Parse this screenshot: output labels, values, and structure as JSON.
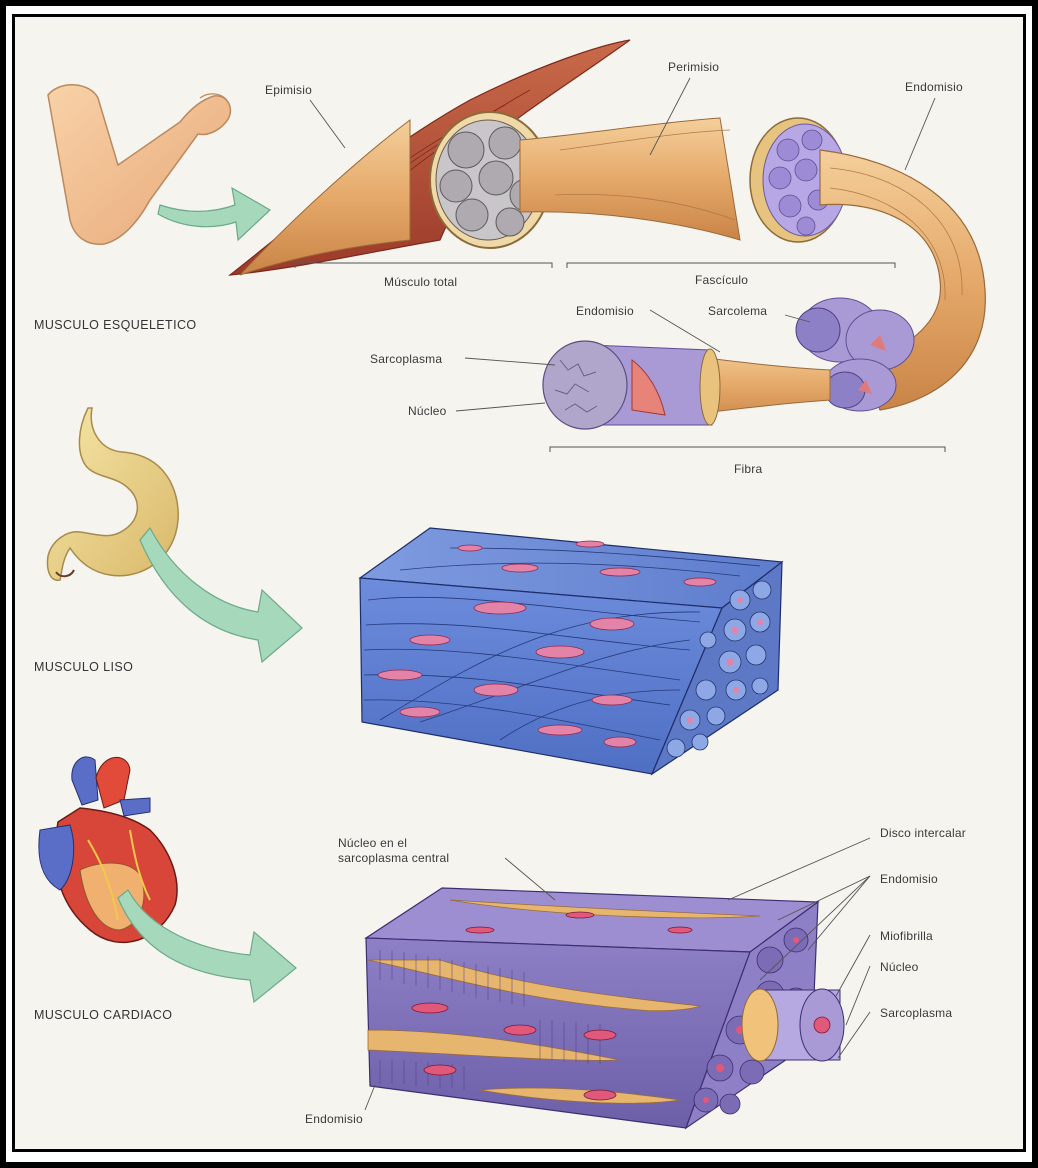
{
  "sections": {
    "skeletal": "MUSCULO ESQUELETICO",
    "smooth": "MUSCULO LISO",
    "cardiac": "MUSCULO CARDIACO"
  },
  "skeletal_labels": {
    "epimisio": "Epimisio",
    "perimisio": "Perimisio",
    "endomisio_top": "Endomisio",
    "musculo_total": "Músculo total",
    "fasciculo": "Fascículo",
    "endomisio_fiber": "Endomisio",
    "sarcolema": "Sarcolema",
    "sarcoplasma": "Sarcoplasma",
    "nucleo": "Núcleo",
    "fibra": "Fibra"
  },
  "cardiac_labels": {
    "nucleo_central": "Núcleo en el\nsarcoplasma central",
    "disco_intercalar": "Disco intercalar",
    "endomisio_right": "Endomisio",
    "miofibrilla": "Miofibrilla",
    "nucleo": "Núcleo",
    "sarcoplasma": "Sarcoplasma",
    "endomisio_bottom": "Endomisio"
  },
  "colors": {
    "muscle_tan": "#e8b47a",
    "muscle_red": "#b8503a",
    "fascicle_purple": "#a99ad6",
    "smooth_blue": "#6f8fd8",
    "nucleus_pink": "#e07a9a",
    "arrow_green": "#9fd4b4",
    "heart_red": "#d8463a",
    "heart_blue": "#5a6ec8"
  }
}
